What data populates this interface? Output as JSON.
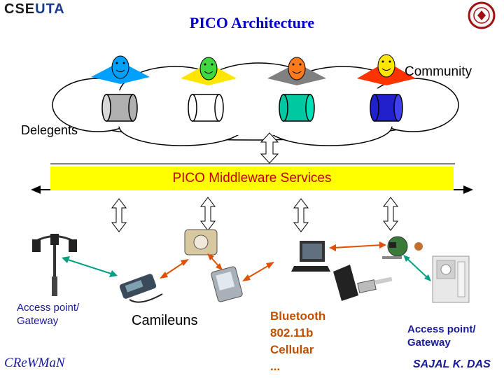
{
  "header": {
    "logo": "CSE",
    "logo_suffix": "UTA",
    "title": "PICO Architecture"
  },
  "diagram": {
    "community_label": "Community",
    "delegents_label": "Delegents",
    "middleware_label": "PICO Middleware Services",
    "access_point_left": [
      "Access point/",
      "Gateway"
    ],
    "camileuns_label": "Camileuns",
    "networks": [
      "Bluetooth",
      "802.11b",
      "Cellular",
      "..."
    ],
    "access_point_right": [
      "Access point/",
      "Gateway"
    ],
    "people_colors": [
      "#00a0ff",
      "#ffe600",
      "#808080",
      "#ff3300"
    ],
    "delegent_colors": [
      "#b0b0b0",
      "#ffffff",
      "#00c8a0",
      "#2020cc"
    ],
    "middleware_color": "#ffff00"
  },
  "footer": {
    "left": "CReWMaN",
    "right": "SAJAL K. DAS"
  }
}
